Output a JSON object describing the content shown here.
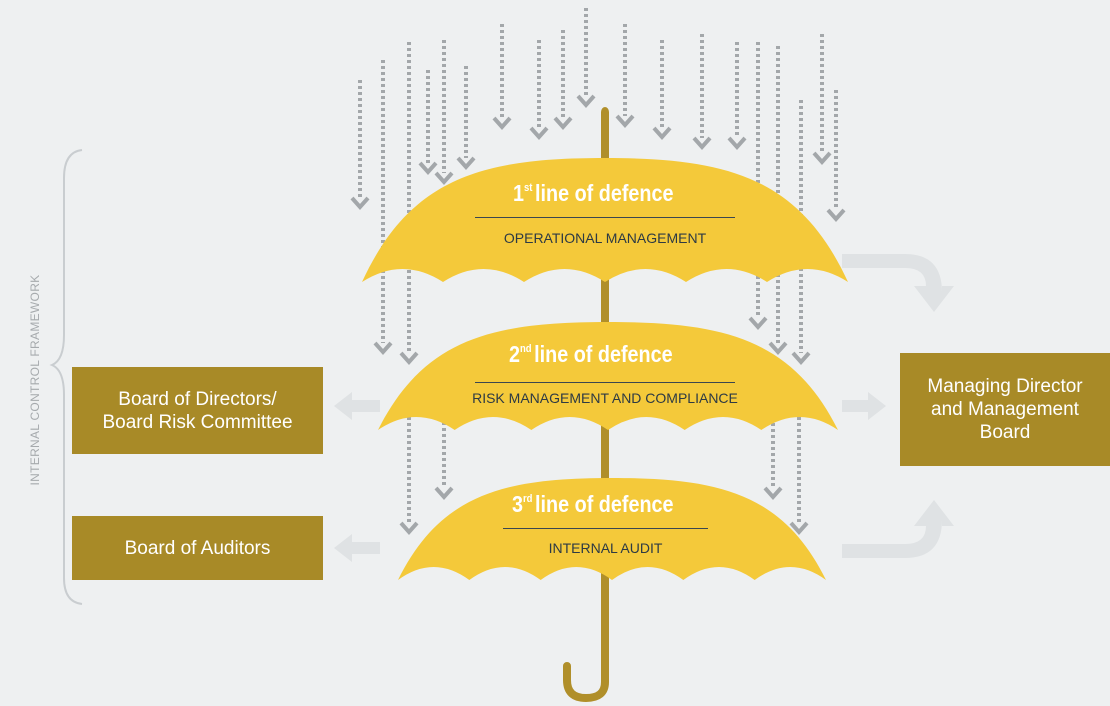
{
  "side_label": "INTERNAL CONTROL FRAMEWORK",
  "lines": [
    {
      "ordinal": "1",
      "suffix": "st",
      "title": "line of defence",
      "subtitle": "OPERATIONAL MANAGEMENT"
    },
    {
      "ordinal": "2",
      "suffix": "nd",
      "title": "line of defence",
      "subtitle": "RISK MANAGEMENT AND COMPLIANCE"
    },
    {
      "ordinal": "3",
      "suffix": "rd",
      "title": "line of defence",
      "subtitle": "INTERNAL AUDIT"
    }
  ],
  "boxes": {
    "board_of_directors": [
      "Board of Directors/",
      "Board Risk Committee"
    ],
    "board_of_auditors": [
      "Board of Auditors"
    ],
    "managing_director": [
      "Managing Director",
      "and Management",
      "Board"
    ]
  },
  "colors": {
    "background": "#eef0f1",
    "umbrella": "#f4c93a",
    "box": "#a88a27",
    "handle": "#b08f2a",
    "rain": "#a3a7aa",
    "arrow": "#dfe2e4",
    "subtitle_text": "#2d3a44"
  }
}
